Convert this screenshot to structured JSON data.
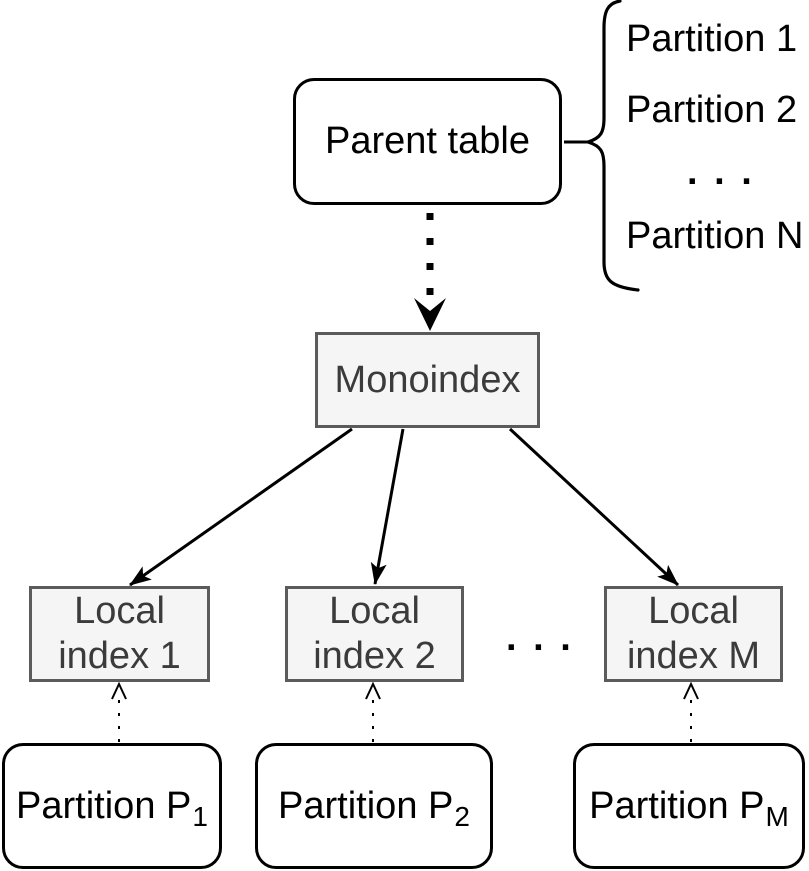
{
  "nodes": {
    "parent_table": {
      "label": "Parent table"
    },
    "monoindex": {
      "label": "Monoindex"
    },
    "local_indexes": [
      {
        "line1": "Local",
        "line2": "index 1"
      },
      {
        "line1": "Local",
        "line2": "index 2"
      },
      {
        "line1": "Local",
        "line2": "index M"
      }
    ],
    "partitions_bottom": [
      {
        "base": "Partition P",
        "sub": "1"
      },
      {
        "base": "Partition P",
        "sub": "2"
      },
      {
        "base": "Partition P",
        "sub": "M"
      }
    ]
  },
  "brace_list": {
    "items": [
      "Partition 1",
      "Partition 2",
      "Partition N"
    ],
    "ellipsis": ". . ."
  },
  "ellipsis_between_indexes": ". . .",
  "colors": {
    "line": "#000000",
    "index_box_border": "#5b5b5b",
    "index_box_fill": "#f5f5f5",
    "index_box_text": "#3b3b3b",
    "plain_box_fill": "#ffffff",
    "text": "#000000"
  }
}
